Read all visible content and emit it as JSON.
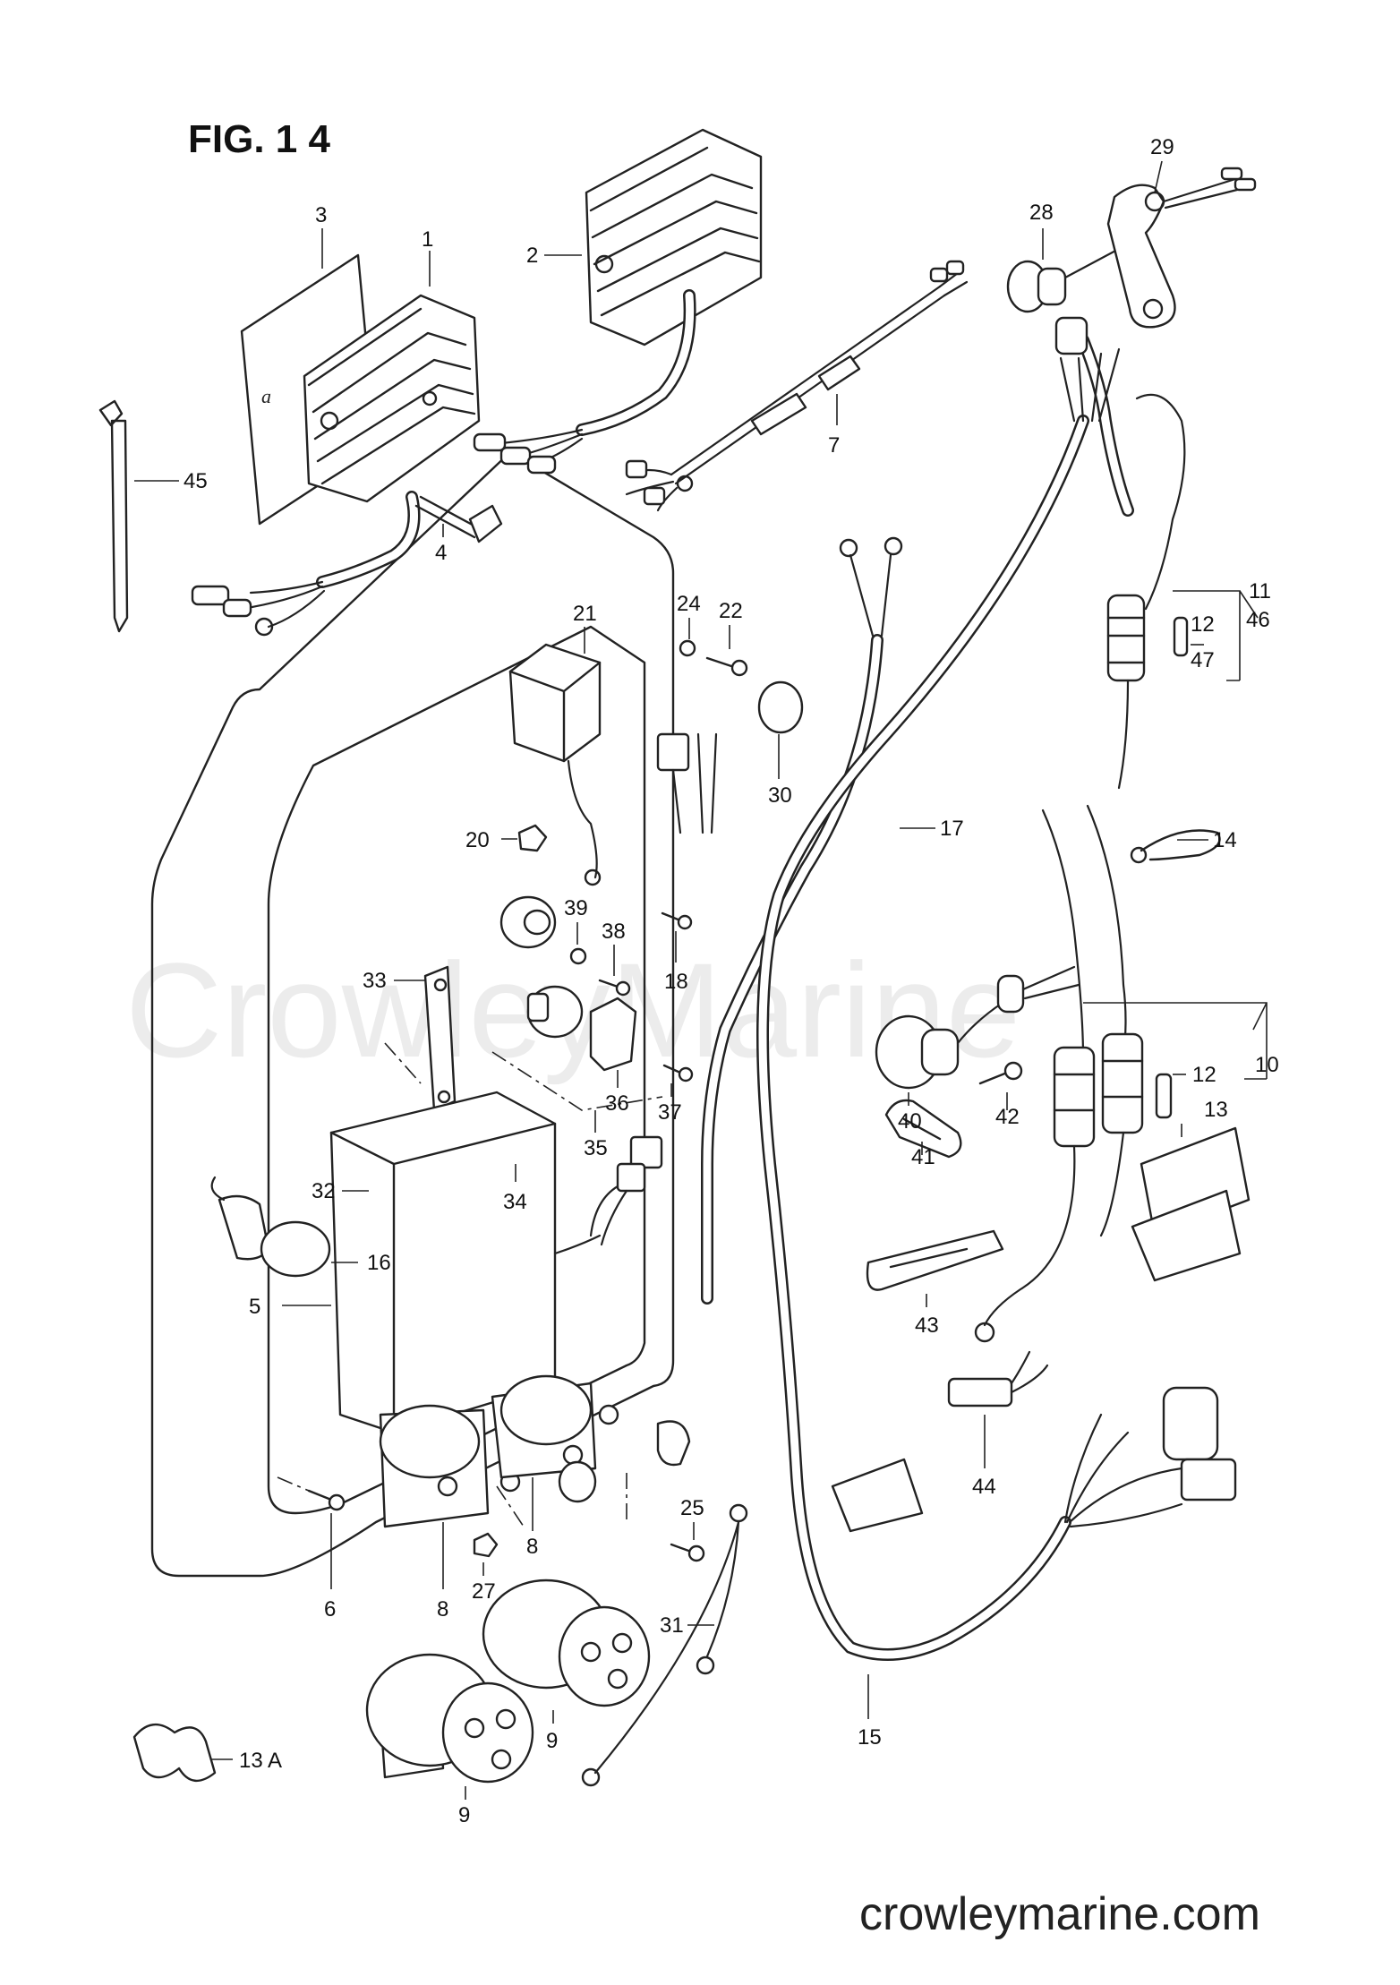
{
  "figure_title": "FIG. 1 4",
  "watermark": "CrowleyMarine",
  "site_credit": "crowleymarine.com",
  "callouts": [
    {
      "id": "c1",
      "text": "1"
    },
    {
      "id": "c2",
      "text": "2"
    },
    {
      "id": "c3",
      "text": "3"
    },
    {
      "id": "c4",
      "text": "4"
    },
    {
      "id": "c5",
      "text": "5"
    },
    {
      "id": "c6",
      "text": "6"
    },
    {
      "id": "c7",
      "text": "7"
    },
    {
      "id": "c8a",
      "text": "8"
    },
    {
      "id": "c8b",
      "text": "8"
    },
    {
      "id": "c9a",
      "text": "9"
    },
    {
      "id": "c9b",
      "text": "9"
    },
    {
      "id": "c10",
      "text": "10"
    },
    {
      "id": "c11",
      "text": "11"
    },
    {
      "id": "c12a",
      "text": "12"
    },
    {
      "id": "c12b",
      "text": "12"
    },
    {
      "id": "c13",
      "text": "13"
    },
    {
      "id": "c13a",
      "text": "13 A"
    },
    {
      "id": "c14",
      "text": "14"
    },
    {
      "id": "c15",
      "text": "15"
    },
    {
      "id": "c16",
      "text": "16"
    },
    {
      "id": "c17",
      "text": "17"
    },
    {
      "id": "c18",
      "text": "18"
    },
    {
      "id": "c20",
      "text": "20"
    },
    {
      "id": "c21",
      "text": "21"
    },
    {
      "id": "c22",
      "text": "22"
    },
    {
      "id": "c24",
      "text": "24"
    },
    {
      "id": "c25",
      "text": "25"
    },
    {
      "id": "c27",
      "text": "27"
    },
    {
      "id": "c28",
      "text": "28"
    },
    {
      "id": "c29",
      "text": "29"
    },
    {
      "id": "c30",
      "text": "30"
    },
    {
      "id": "c31",
      "text": "31"
    },
    {
      "id": "c32",
      "text": "32"
    },
    {
      "id": "c33",
      "text": "33"
    },
    {
      "id": "c34",
      "text": "34"
    },
    {
      "id": "c35",
      "text": "35"
    },
    {
      "id": "c36",
      "text": "36"
    },
    {
      "id": "c37",
      "text": "37"
    },
    {
      "id": "c38",
      "text": "38"
    },
    {
      "id": "c39",
      "text": "39"
    },
    {
      "id": "c40",
      "text": "40"
    },
    {
      "id": "c41",
      "text": "41"
    },
    {
      "id": "c42",
      "text": "42"
    },
    {
      "id": "c43",
      "text": "43"
    },
    {
      "id": "c44",
      "text": "44"
    },
    {
      "id": "c45",
      "text": "45"
    },
    {
      "id": "c46",
      "text": "46"
    },
    {
      "id": "c47",
      "text": "47"
    }
  ]
}
